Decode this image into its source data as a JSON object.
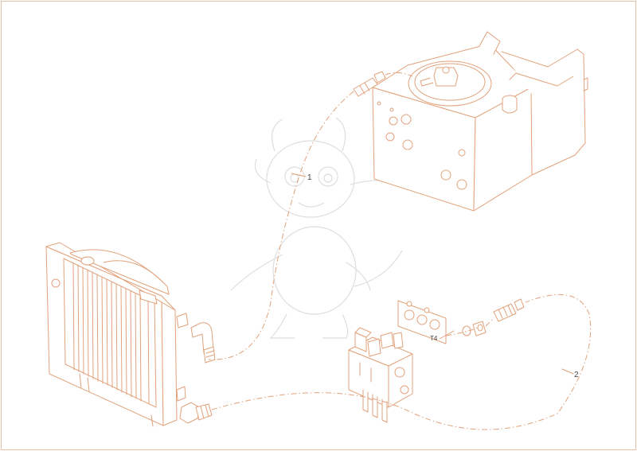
{
  "colors": {
    "accent": "#e2a27c",
    "frame": "#e8c2a8",
    "ghost": "#dedede",
    "text": "#444444"
  },
  "callouts": {
    "hose_1": "1",
    "hose_2": "2",
    "port_t4": "T4"
  }
}
